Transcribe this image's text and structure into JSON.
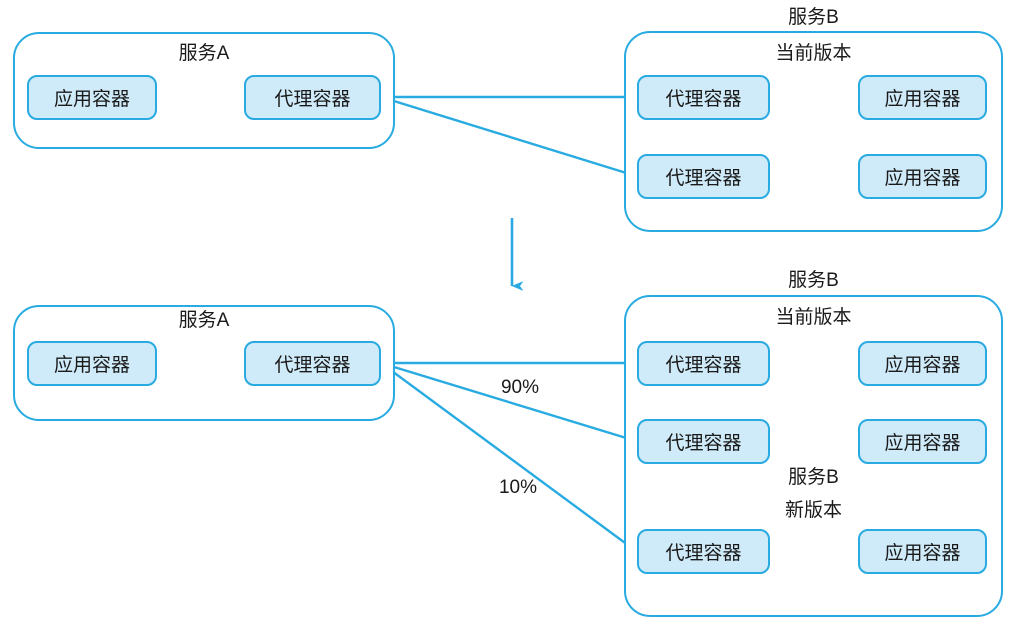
{
  "diagram": {
    "title": "",
    "colors": {
      "stroke": "#29ABE2",
      "pod_fill": "#cfeaf8",
      "text": "#1a1a1a",
      "background": "#ffffff"
    },
    "labels": {
      "service_a": "服务A",
      "service_b": "服务B",
      "current_version": "当前版本",
      "new_version": "新版本",
      "app_container": "应用容器",
      "proxy_container": "代理容器"
    },
    "top": {
      "service_a": {
        "caption": "服务A",
        "app_container": "应用容器",
        "proxy_container": "代理容器"
      },
      "service_b": {
        "caption": "服务B",
        "version_caption": "当前版本",
        "rows": [
          {
            "proxy": "代理容器",
            "app": "应用容器"
          },
          {
            "proxy": "代理容器",
            "app": "应用容器"
          }
        ]
      }
    },
    "bottom": {
      "service_a": {
        "caption": "服务A",
        "app_container": "应用容器",
        "proxy_container": "代理容器"
      },
      "service_b": {
        "caption": "服务B",
        "version_caption": "当前版本",
        "new_caption": "服务B",
        "new_version_caption": "新版本",
        "rows": [
          {
            "proxy": "代理容器",
            "app": "应用容器"
          },
          {
            "proxy": "代理容器",
            "app": "应用容器"
          },
          {
            "proxy": "代理容器",
            "app": "应用容器"
          }
        ]
      },
      "traffic_split": [
        {
          "weight": "90%"
        },
        {
          "weight": "10%"
        }
      ]
    }
  }
}
